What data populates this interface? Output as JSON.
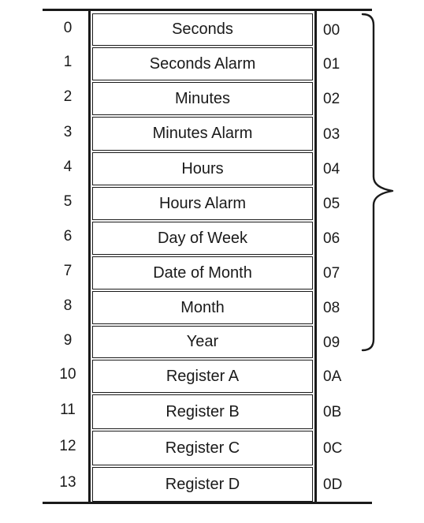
{
  "registers": [
    {
      "dec": "0",
      "name": "Seconds",
      "hex": "00"
    },
    {
      "dec": "1",
      "name": "Seconds Alarm",
      "hex": "01"
    },
    {
      "dec": "2",
      "name": "Minutes",
      "hex": "02"
    },
    {
      "dec": "3",
      "name": "Minutes Alarm",
      "hex": "03"
    },
    {
      "dec": "4",
      "name": "Hours",
      "hex": "04"
    },
    {
      "dec": "5",
      "name": "Hours Alarm",
      "hex": "05"
    },
    {
      "dec": "6",
      "name": "Day of Week",
      "hex": "06"
    },
    {
      "dec": "7",
      "name": "Date of Month",
      "hex": "07"
    },
    {
      "dec": "8",
      "name": "Month",
      "hex": "08"
    },
    {
      "dec": "9",
      "name": "Year",
      "hex": "09"
    },
    {
      "dec": "10",
      "name": "Register A",
      "hex": "0A"
    },
    {
      "dec": "11",
      "name": "Register B",
      "hex": "0B"
    },
    {
      "dec": "12",
      "name": "Register C",
      "hex": "0C"
    },
    {
      "dec": "13",
      "name": "Register D",
      "hex": "0D"
    }
  ]
}
